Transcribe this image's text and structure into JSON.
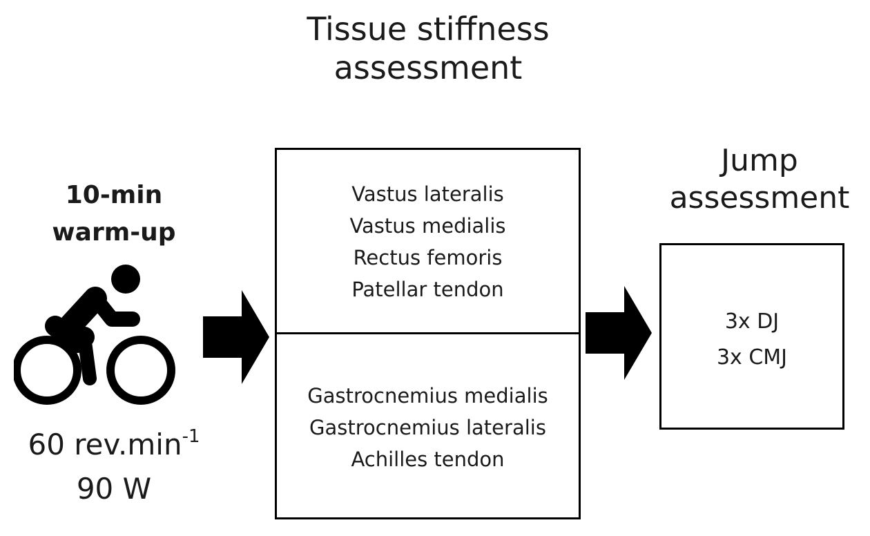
{
  "tissue_stiffness": {
    "title_line1": "Tissue stiffness",
    "title_line2": "assessment",
    "upper_muscles": [
      "Vastus lateralis",
      "Vastus medialis",
      "Rectus femoris",
      "Patellar tendon"
    ],
    "lower_muscles": [
      "Gastrocnemius medialis",
      "Gastrocnemius lateralis",
      "Achilles tendon"
    ]
  },
  "warmup": {
    "title_line1": "10-min",
    "title_line2": "warm-up",
    "icon": "cyclist-icon",
    "cadence_value": "60 rev.min",
    "cadence_exponent": "-1",
    "power": "90 W"
  },
  "jump_assessment": {
    "title_line1": "Jump",
    "title_line2": "assessment",
    "tests": [
      "3x DJ",
      "3x CMJ"
    ]
  },
  "colors": {
    "stroke": "#000000",
    "text": "#1a1a1a",
    "background": "#ffffff"
  }
}
